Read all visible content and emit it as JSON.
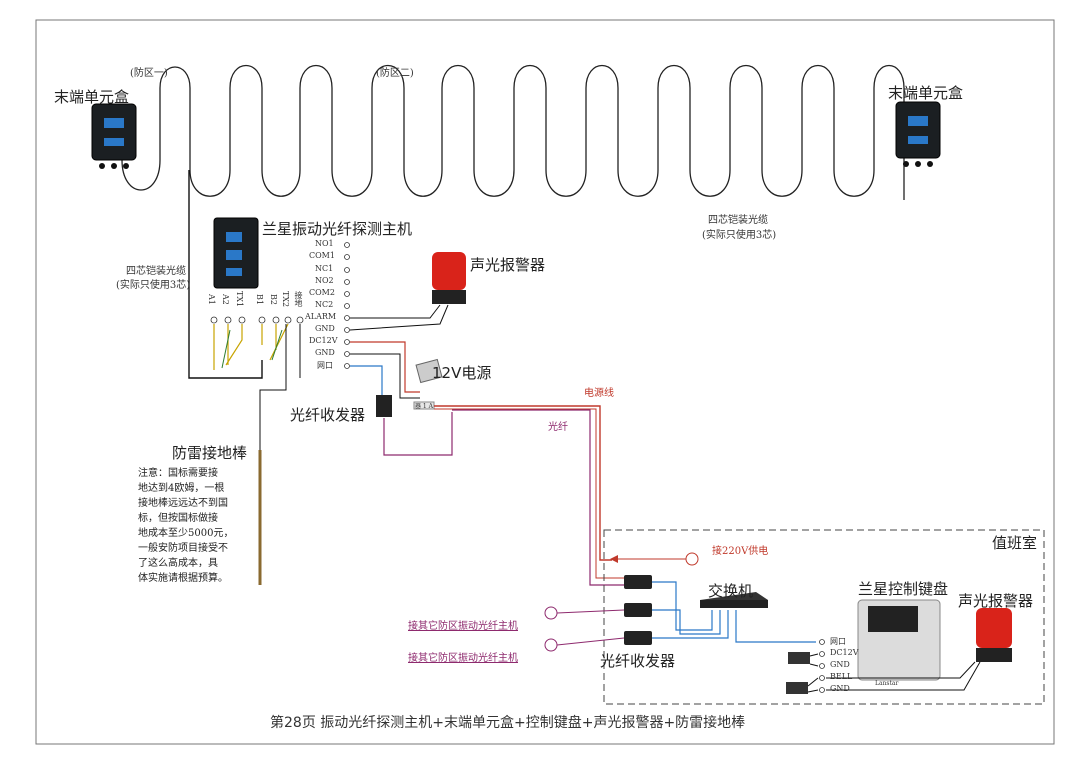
{
  "title": "第28页  振动光纤探测主机+末端单元盒+控制键盘+声光报警器+防雷接地棒",
  "zones": {
    "zone1": "(防区一)",
    "zone2": "(防区二)"
  },
  "terminal_box_left": "末端单元盒",
  "terminal_box_right": "末端单元盒",
  "host": "兰星振动光纤探测主机",
  "host_ports": [
    "A1",
    "A2",
    "TX1",
    "B1",
    "B2",
    "TX2",
    "接地"
  ],
  "terminals": [
    "NO1",
    "COM1",
    "NC1",
    "NO2",
    "COM2",
    "NC2",
    "ALARM",
    "GND",
    "DC12V",
    "GND",
    "网口"
  ],
  "alarm_top": "声光报警器",
  "psu": "12V电源",
  "cable_left_l1": "四芯铠装光缆",
  "cable_left_l2": "(实际只使用3芯)",
  "cable_right_l1": "四芯铠装光缆",
  "cable_right_l2": "(实际只使用3芯)",
  "transceiver_top": "光纤收发器",
  "power_line": "电源线",
  "fiber": "光纤",
  "ground_rod": "防雷接地棒",
  "note": "注意：国标需要接\n地达到4欧姆，一根\n接地棒远远达不到国\n标，但按国标做接\n地成本至少5000元，\n一般安防项目接受不\n了这么高成本，具\n体实施请根据预算。",
  "duty_room": "值班室",
  "power_220": "接220V供电",
  "switch": "交换机",
  "keyboard": "兰星控制键盘",
  "alarm_room": "声光报警器",
  "other_zone_1": "接其它防区振动光纤主机",
  "other_zone_2": "接其它防区振动光纤主机",
  "transceiver_room": "光纤收发器",
  "kb_terminals": [
    "网口",
    "DC12V",
    "GND",
    "BELL",
    "GND"
  ],
  "psu_label_small": "器 1 A",
  "kb_brand": "Lanstar"
}
